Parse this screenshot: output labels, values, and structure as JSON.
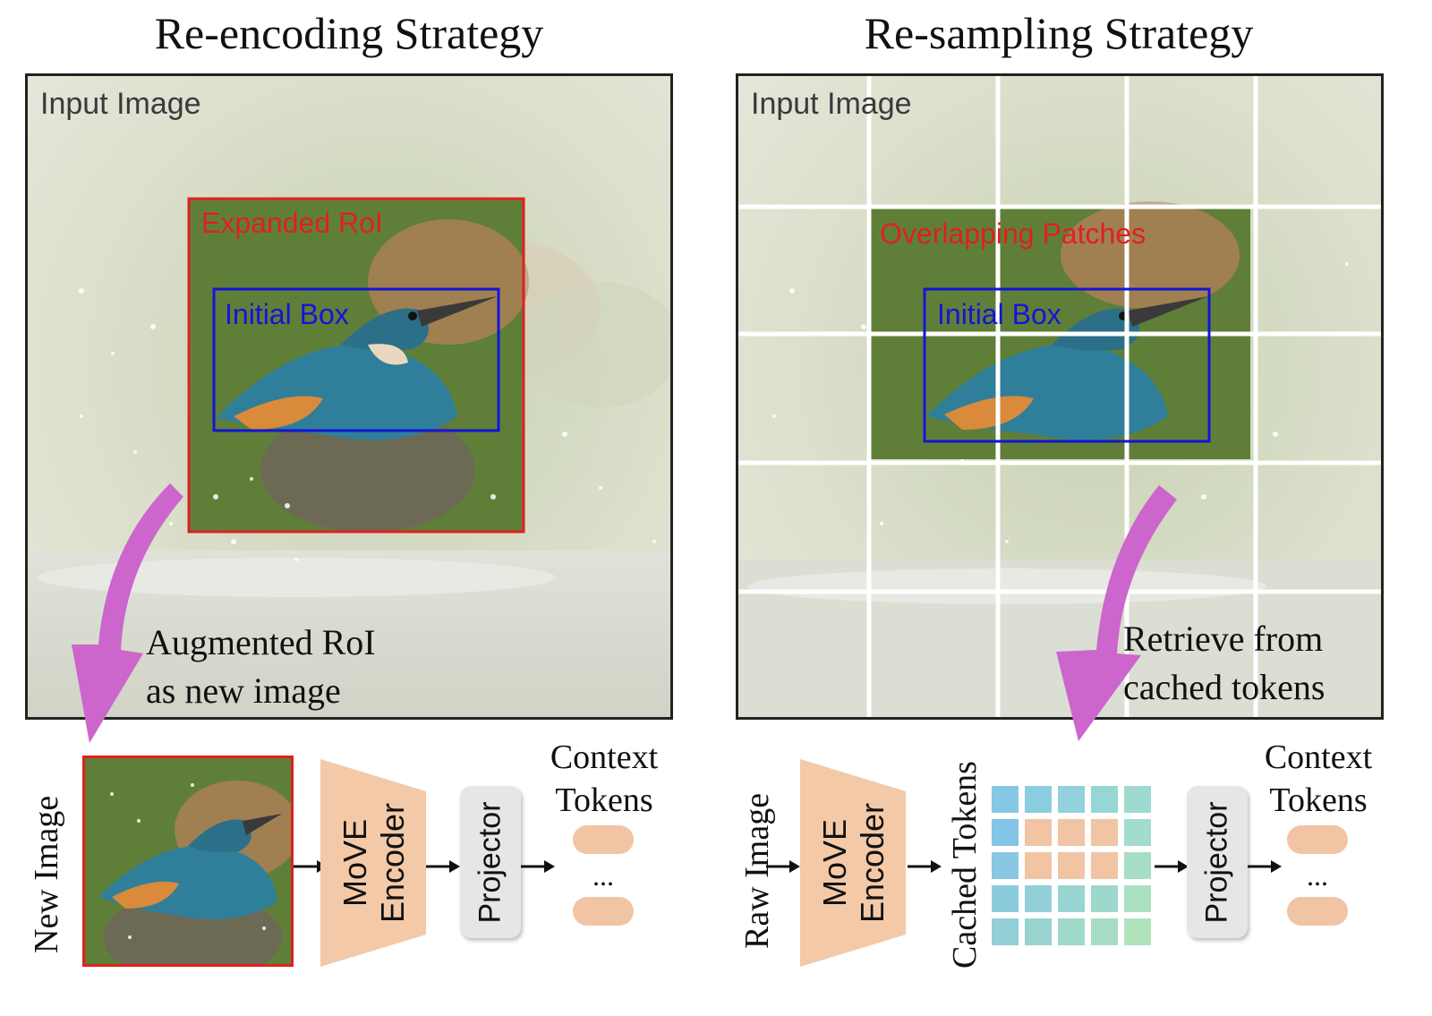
{
  "left": {
    "title": "Re-encoding Strategy",
    "input_label": "Input Image",
    "expanded_label": "Expanded RoI",
    "initial_label": "Initial Box",
    "caption_line1": "Augmented RoI",
    "caption_line2": "as new image",
    "new_image_label": "New Image",
    "encoder_line1": "MoVE",
    "encoder_line2": "Encoder",
    "projector": "Projector",
    "context_line1": "Context",
    "context_line2": "Tokens",
    "dots": "..."
  },
  "right": {
    "title": "Re-sampling Strategy",
    "input_label": "Input Image",
    "overlap_label": "Overlapping Patches",
    "initial_label": "Initial Box",
    "caption_line1": "Retrieve from",
    "caption_line2": "cached tokens",
    "raw_image_label": "Raw Image",
    "encoder_line1": "MoVE",
    "encoder_line2": "Encoder",
    "cached_label": "Cached Tokens",
    "projector": "Projector",
    "context_line1": "Context",
    "context_line2": "Tokens",
    "dots": "..."
  },
  "colors": {
    "roi_red": "#e02020",
    "box_blue": "#1414d8",
    "arrow_magenta": "#cc66cc",
    "encoder_peach": "#f3c9a8",
    "token_peach": "#f1c4a3"
  }
}
